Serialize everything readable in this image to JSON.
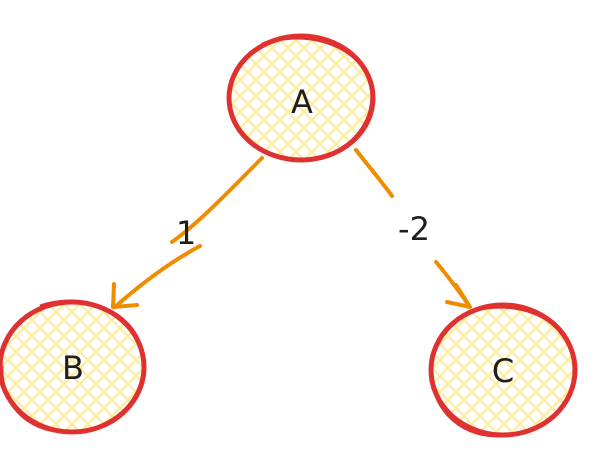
{
  "colors": {
    "node_stroke": "#e03131",
    "node_fill": "#ffec99",
    "edge_stroke": "#f08c00",
    "text": "#1e1e1e",
    "background": "#ffffff"
  },
  "nodes": [
    {
      "id": "A",
      "label": "A"
    },
    {
      "id": "B",
      "label": "B"
    },
    {
      "id": "C",
      "label": "C"
    }
  ],
  "edges": [
    {
      "from": "A",
      "to": "B",
      "label": "1"
    },
    {
      "from": "A",
      "to": "C",
      "label": "-2"
    }
  ]
}
